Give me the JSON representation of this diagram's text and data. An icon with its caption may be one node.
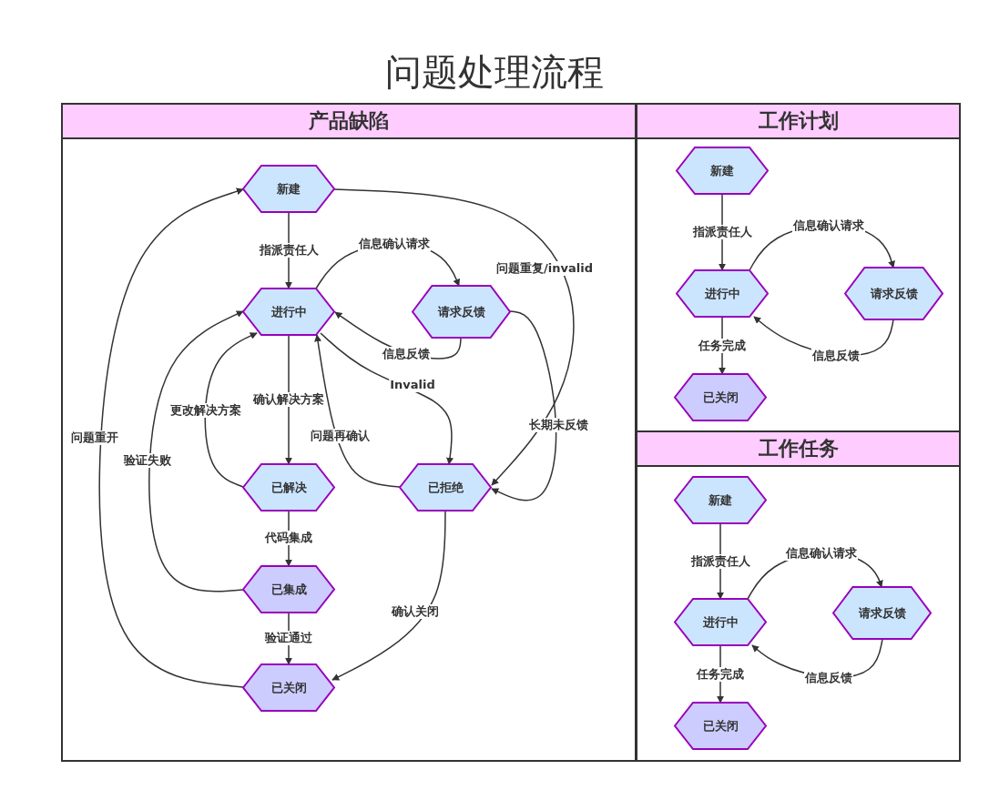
{
  "diagram": {
    "title": "问题处理流程",
    "nodes": [
      {
        "text": [
          "产品缺陷"
        ]
      },
      {
        "text": [
          "新建"
        ],
        "in": 0
      },
      {
        "text": [
          "进行中"
        ],
        "in": 0
      },
      {
        "text": [
          "请求反馈"
        ],
        "in": 0
      },
      {
        "text": [
          "已解决"
        ],
        "in": 0
      },
      {
        "text": [
          "已拒绝"
        ],
        "in": 0
      },
      {
        "text": [
          "已集成"
        ],
        "in": 0
      },
      {
        "text": [
          "已关闭"
        ],
        "in": 0
      },
      {
        "text": [
          "工作计划"
        ]
      },
      {
        "text": [
          "新建"
        ],
        "in": 8
      },
      {
        "text": [
          "进行中"
        ],
        "in": 8
      },
      {
        "text": [
          "请求反馈"
        ],
        "in": 8
      },
      {
        "text": [
          "已关闭"
        ],
        "in": 8
      },
      {
        "text": [
          "工作任务"
        ]
      },
      {
        "text": [
          "新建"
        ],
        "in": 13
      },
      {
        "text": [
          "进行中"
        ],
        "in": 13
      },
      {
        "text": [
          "请求反馈"
        ],
        "in": 13
      },
      {
        "text": [
          "已关闭"
        ],
        "in": 13
      }
    ],
    "edges": [
      {
        "from": 1,
        "to": 2,
        "arrow": "to",
        "label": "指派责任人"
      },
      {
        "from": 2,
        "to": 3,
        "arrow": "to",
        "label": "信息确认请求"
      },
      {
        "from": 3,
        "to": 2,
        "arrow": "to",
        "label": "信息反馈"
      },
      {
        "from": 2,
        "to": 4,
        "arrow": "to",
        "label": "确认解决方案"
      },
      {
        "from": 4,
        "to": 2,
        "arrow": "to",
        "label": "更改解决方案"
      },
      {
        "from": 6,
        "to": 2,
        "arrow": "to",
        "label": "验证失败"
      },
      {
        "from": 7,
        "to": 1,
        "arrow": "to",
        "label": "问题重开"
      },
      {
        "from": 1,
        "to": 5,
        "arrow": "to",
        "label": "问题重复/invalid"
      },
      {
        "from": 2,
        "to": 5,
        "arrow": "to",
        "label": "Invalid"
      },
      {
        "from": 5,
        "to": 2,
        "arrow": "to",
        "label": "问题再确认"
      },
      {
        "from": 3,
        "to": 5,
        "arrow": "to",
        "label": "长期未反馈"
      },
      {
        "from": 4,
        "to": 6,
        "arrow": "to",
        "label": "代码集成"
      },
      {
        "from": 6,
        "to": 7,
        "arrow": "to",
        "label": "验证通过"
      },
      {
        "from": 5,
        "to": 7,
        "arrow": "to",
        "label": "确认关闭"
      },
      {
        "from": 9,
        "to": 10,
        "arrow": "to",
        "label": "指派责任人"
      },
      {
        "from": 10,
        "to": 11,
        "arrow": "to",
        "label": "信息确认请求"
      },
      {
        "from": 11,
        "to": 10,
        "arrow": "to",
        "label": "信息反馈"
      },
      {
        "from": 10,
        "to": 12,
        "arrow": "to",
        "label": "任务完成"
      },
      {
        "from": 14,
        "to": 15,
        "arrow": "to",
        "label": "指派责任人"
      },
      {
        "from": 15,
        "to": 16,
        "arrow": "to",
        "label": "信息确认请求"
      },
      {
        "from": 16,
        "to": 15,
        "arrow": "to",
        "label": "信息反馈"
      },
      {
        "from": 15,
        "to": 17,
        "arrow": "to",
        "label": "任务完成"
      }
    ]
  }
}
